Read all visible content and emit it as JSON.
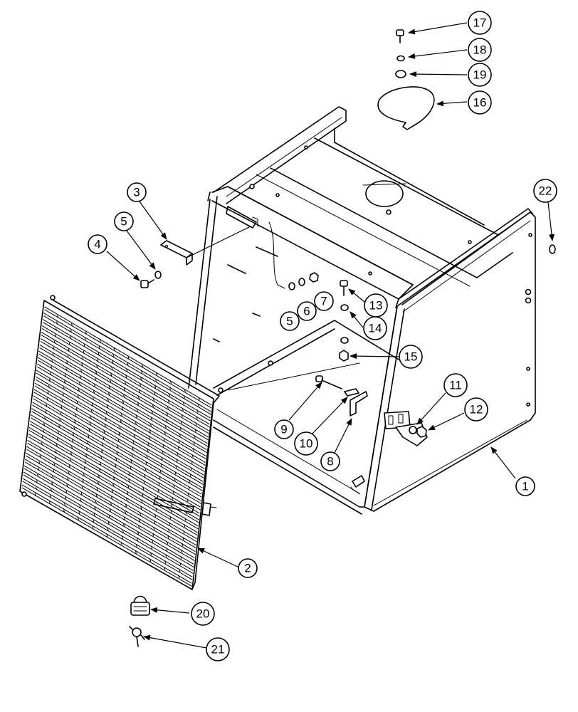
{
  "callouts": [
    {
      "id": "c1",
      "label": "1"
    },
    {
      "id": "c2",
      "label": "2"
    },
    {
      "id": "c3",
      "label": "3"
    },
    {
      "id": "c4",
      "label": "4"
    },
    {
      "id": "c5a",
      "label": "5"
    },
    {
      "id": "c5b",
      "label": "5"
    },
    {
      "id": "c6",
      "label": "6"
    },
    {
      "id": "c7",
      "label": "7"
    },
    {
      "id": "c8",
      "label": "8"
    },
    {
      "id": "c9",
      "label": "9"
    },
    {
      "id": "c10",
      "label": "10"
    },
    {
      "id": "c11",
      "label": "11"
    },
    {
      "id": "c12",
      "label": "12"
    },
    {
      "id": "c13",
      "label": "13"
    },
    {
      "id": "c14",
      "label": "14"
    },
    {
      "id": "c15",
      "label": "15"
    },
    {
      "id": "c16",
      "label": "16"
    },
    {
      "id": "c17",
      "label": "17"
    },
    {
      "id": "c18",
      "label": "18"
    },
    {
      "id": "c19",
      "label": "19"
    },
    {
      "id": "c20",
      "label": "20"
    },
    {
      "id": "c21",
      "label": "21"
    },
    {
      "id": "c22",
      "label": "22"
    }
  ]
}
